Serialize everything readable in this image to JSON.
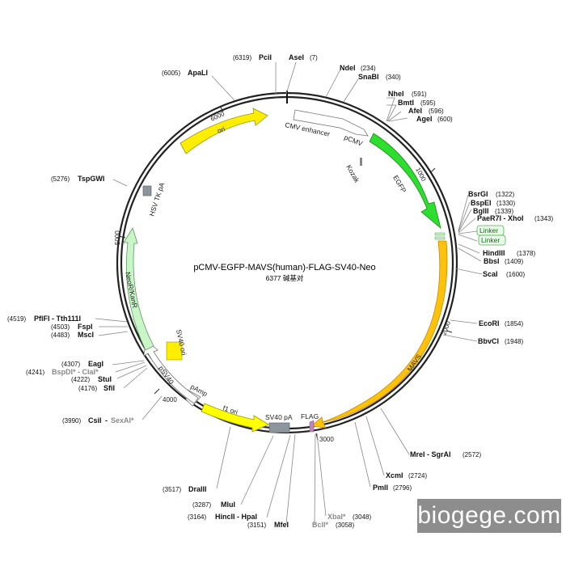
{
  "plasmid": {
    "name": "pCMV-EGFP-MAVS(human)-FLAG-SV40-Neo",
    "size_label": "6377 碱基对"
  },
  "ticks": [
    "1000",
    "2000",
    "3000",
    "4000",
    "5000",
    "6000"
  ],
  "features": {
    "cmv_enhancer": "CMV enhancer",
    "pcmv": "pCMV",
    "kozak": "Kozak",
    "egfp": "EGFP",
    "linker1": "Linker",
    "linker2": "Linker",
    "mavs": "MAVS",
    "flag": "FLAG",
    "sv40_pa": "SV40 pA",
    "f1_ori": "f1 ori",
    "pamp": "pAmp",
    "psv40": "pSV40",
    "sv40_ori": "SV40 ori",
    "neo": "NeoR/KanR",
    "hsv_tk_pa": "HSV TK pA",
    "ori": "ori"
  },
  "sites": {
    "pcii": {
      "name": "PciI",
      "pos": "(6319)"
    },
    "asei": {
      "name": "AseI",
      "pos": "(7)"
    },
    "apali": {
      "name": "ApaLI",
      "pos": "(6005)"
    },
    "ndei": {
      "name": "NdeI",
      "pos": "(234)"
    },
    "snabi": {
      "name": "SnaBI",
      "pos": "(340)"
    },
    "nhei": {
      "name": "NheI",
      "pos": "(591)"
    },
    "bmti": {
      "name": "BmtI",
      "pos": "(595)"
    },
    "afei": {
      "name": "AfeI",
      "pos": "(596)"
    },
    "agei": {
      "name": "AgeI",
      "pos": "(600)"
    },
    "bsrgi": {
      "name": "BsrGI",
      "pos": "(1322)"
    },
    "bspei": {
      "name": "BspEI",
      "pos": "(1330)"
    },
    "bglii": {
      "name": "BglII",
      "pos": "(1339)"
    },
    "paer7i": {
      "name": "PaeR7I - XhoI",
      "pos": "(1343)"
    },
    "hindiii": {
      "name": "HindIII",
      "pos": "(1378)"
    },
    "bbsi": {
      "name": "BbsI",
      "pos": "(1409)"
    },
    "scai": {
      "name": "ScaI",
      "pos": "(1600)"
    },
    "ecori": {
      "name": "EcoRI",
      "pos": "(1854)"
    },
    "bbvci": {
      "name": "BbvCI",
      "pos": "(1948)"
    },
    "mrei": {
      "name": "MreI - SgrAI",
      "pos": "(2572)"
    },
    "xcmi": {
      "name": "XcmI",
      "pos": "(2724)"
    },
    "pmli": {
      "name": "PmlI",
      "pos": "(2796)"
    },
    "xbai": {
      "name": "XbaI*",
      "pos": "(3048)"
    },
    "bcli": {
      "name": "BclI*",
      "pos": "(3058)"
    },
    "mfei": {
      "name": "MfeI",
      "pos": "(3151)"
    },
    "hincii": {
      "name": "HincII - HpaI",
      "pos": "(3164)"
    },
    "mlui": {
      "name": "MluI",
      "pos": "(3287)"
    },
    "draiii": {
      "name": "DraIII",
      "pos": "(3517)"
    },
    "csii_name": "CsiI",
    "sexai_name": "SexAI*",
    "csii_pos": "(3990)",
    "sfii": {
      "name": "SfiI",
      "pos": "(4176)"
    },
    "stui": {
      "name": "StuI",
      "pos": "(4222)"
    },
    "bspdi_name": "BspDI* - ClaI*",
    "bspdi_pos": "(4241)",
    "eagi": {
      "name": "EagI",
      "pos": "(4307)"
    },
    "msci": {
      "name": "MscI",
      "pos": "(4483)"
    },
    "fspi": {
      "name": "FspI",
      "pos": "(4503)"
    },
    "pflfi": {
      "name": "PflFI - Tth111I",
      "pos": "(4519)"
    },
    "tspgwi": {
      "name": "TspGWI",
      "pos": "(5276)"
    }
  },
  "watermark": "biogege.com"
}
